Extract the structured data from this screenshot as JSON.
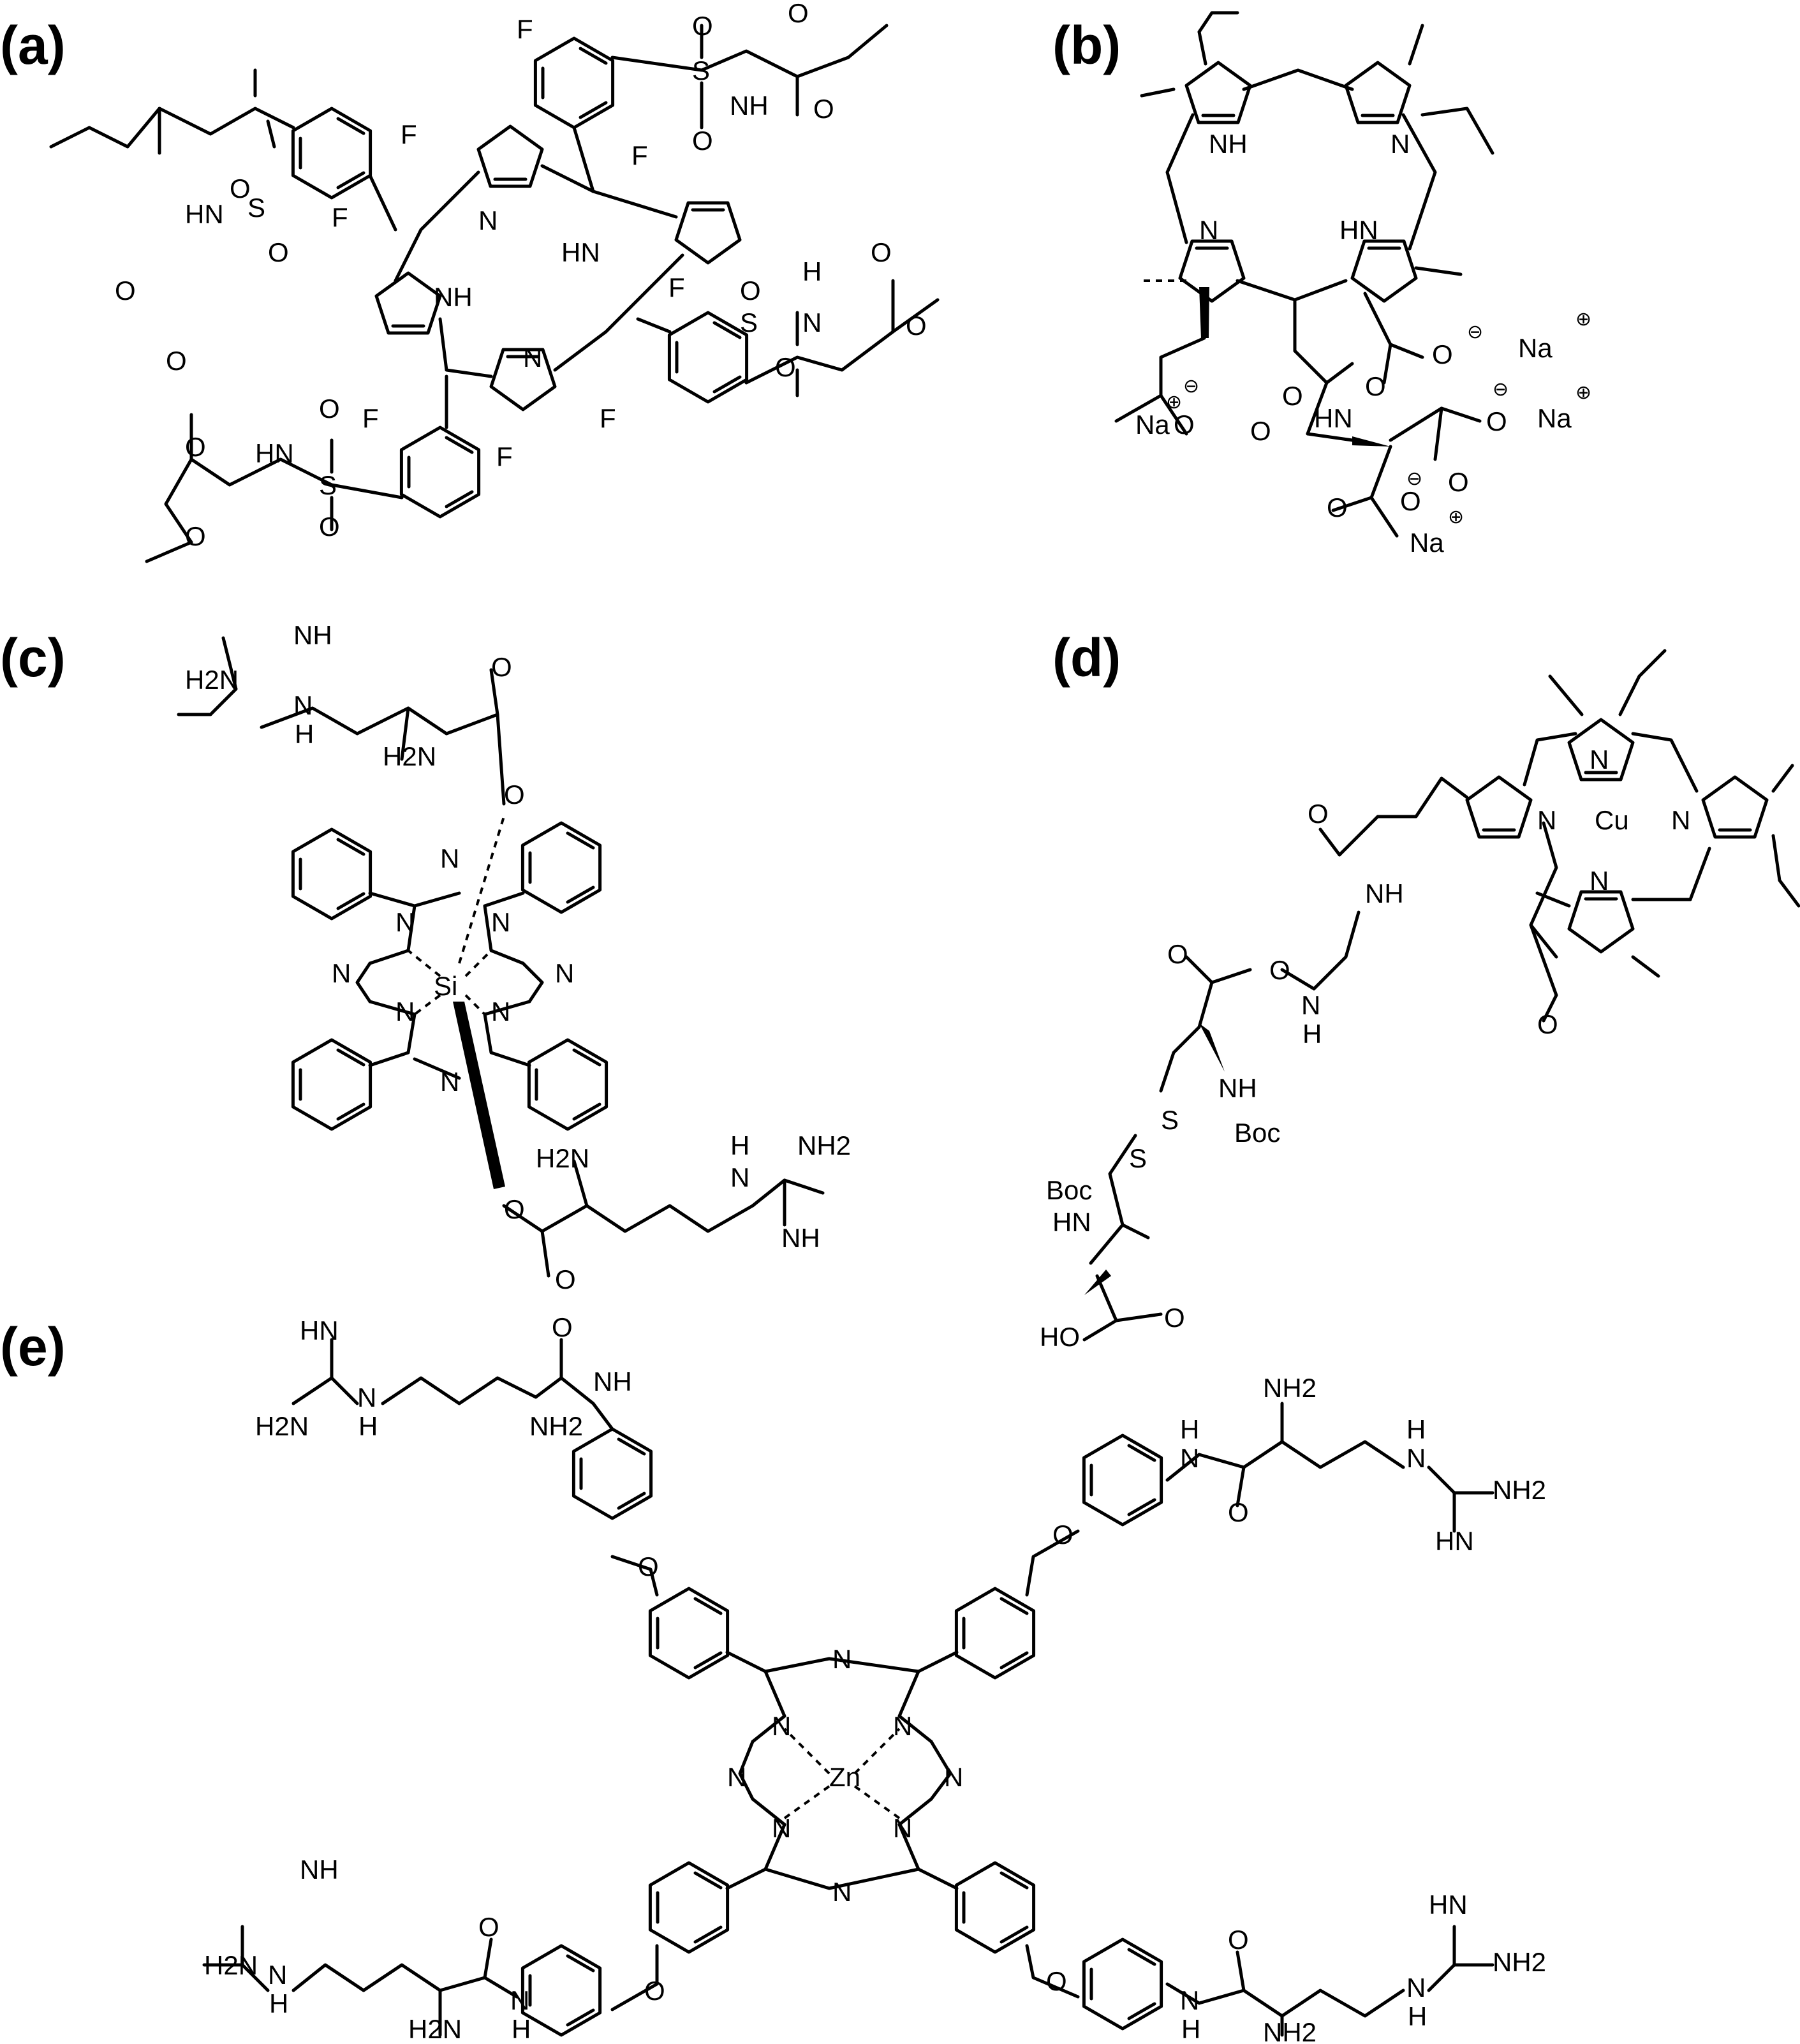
{
  "panels": [
    {
      "label": "(a)"
    },
    {
      "label": "(b)"
    },
    {
      "label": "(c)"
    },
    {
      "label": "(d)"
    },
    {
      "label": "(e)"
    }
  ],
  "atoms": {
    "fluorine": "F",
    "nitrogen": "N",
    "nh": "NH",
    "hn": "HN",
    "oxygen": "O",
    "sulfur": "S",
    "hydrogen": "H",
    "sodium": "Na",
    "silicon": "Si",
    "copper": "Cu",
    "zinc": "Zn",
    "amine": "NH2",
    "amine_left": "H2N",
    "boc": "Boc",
    "hydroxyl": "HO",
    "anion": "⊖",
    "cation": "⊕"
  },
  "colors": {
    "ink": "#000000",
    "background": "#ffffff"
  }
}
